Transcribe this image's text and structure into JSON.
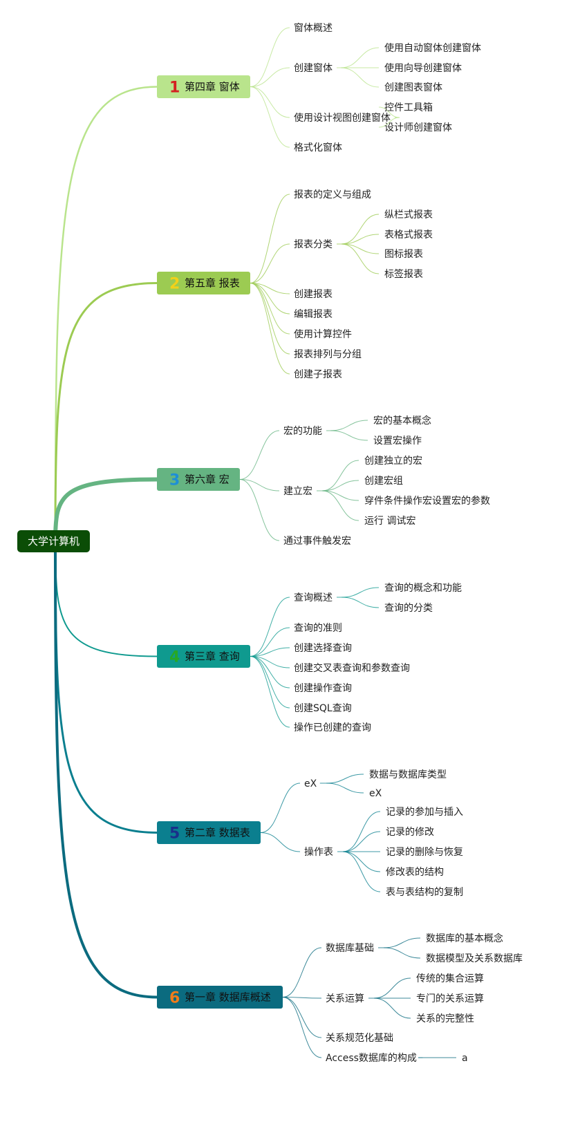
{
  "root": {
    "label": "大学计算机",
    "bg": "#0b4d06"
  },
  "chapters": [
    {
      "number": "1",
      "title": "第四章 窗体",
      "color": "#b9e48c",
      "link_color": "#b9e48c",
      "num_color": "#d42222",
      "children": [
        {
          "label": "窗体概述",
          "children": []
        },
        {
          "label": "创建窗体",
          "children": [
            {
              "label": "使用自动窗体创建窗体"
            },
            {
              "label": "使用向导创建窗体"
            },
            {
              "label": "创建图表窗体"
            }
          ]
        },
        {
          "label": "使用设计视图创建窗体",
          "children": [
            {
              "label": "控件工具箱"
            },
            {
              "label": "设计师创建窗体"
            }
          ]
        },
        {
          "label": "格式化窗体",
          "children": []
        }
      ]
    },
    {
      "number": "2",
      "title": "第五章 报表",
      "color": "#9ccb52",
      "link_color": "#9ccb52",
      "num_color": "#f2d11a",
      "children": [
        {
          "label": "报表的定义与组成",
          "children": []
        },
        {
          "label": "报表分类",
          "children": [
            {
              "label": "纵栏式报表"
            },
            {
              "label": "表格式报表"
            },
            {
              "label": "图标报表"
            },
            {
              "label": "标签报表"
            }
          ]
        },
        {
          "label": "创建报表",
          "children": []
        },
        {
          "label": "编辑报表",
          "children": []
        },
        {
          "label": "使用计算控件",
          "children": []
        },
        {
          "label": "报表排列与分组",
          "children": []
        },
        {
          "label": "创建子报表",
          "children": []
        }
      ]
    },
    {
      "number": "3",
      "title": "第六章 宏",
      "color": "#65b482",
      "link_color": "#65b482",
      "num_color": "#1e8fd6",
      "children": [
        {
          "label": "宏的功能",
          "children": [
            {
              "label": "宏的基本概念"
            },
            {
              "label": "设置宏操作"
            }
          ]
        },
        {
          "label": "建立宏",
          "children": [
            {
              "label": "创建独立的宏"
            },
            {
              "label": "创建宏组"
            },
            {
              "label": "穿件条件操作宏设置宏的参数"
            },
            {
              "label": "运行 调试宏"
            }
          ]
        },
        {
          "label": "通过事件触发宏",
          "children": []
        }
      ]
    },
    {
      "number": "4",
      "title": "第三章 查询",
      "color": "#0f9a8f",
      "link_color": "#0f9a8f",
      "num_color": "#27a825",
      "children": [
        {
          "label": "查询概述",
          "children": [
            {
              "label": "查询的概念和功能"
            },
            {
              "label": "查询的分类"
            }
          ]
        },
        {
          "label": "查询的准则",
          "children": []
        },
        {
          "label": "创建选择查询",
          "children": []
        },
        {
          "label": "创建交叉表查询和参数查询",
          "children": []
        },
        {
          "label": "创建操作查询",
          "children": []
        },
        {
          "label": "创建SQL查询",
          "children": []
        },
        {
          "label": "操作已创建的查询",
          "children": []
        }
      ]
    },
    {
      "number": "5",
      "title": "第二章 数据表",
      "color": "#0b7f8f",
      "link_color": "#0b7f8f",
      "num_color": "#1a2f8a",
      "children": [
        {
          "label": "eX",
          "children": [
            {
              "label": "数据与数据库类型"
            },
            {
              "label": "eX"
            }
          ]
        },
        {
          "label": "操作表",
          "children": [
            {
              "label": "记录的参加与插入"
            },
            {
              "label": "记录的修改"
            },
            {
              "label": "记录的删除与恢复"
            },
            {
              "label": "修改表的结构"
            },
            {
              "label": "表与表结构的复制"
            }
          ]
        }
      ]
    },
    {
      "number": "6",
      "title": "第一章 数据库概述",
      "color": "#0b6b7f",
      "link_color": "#0b6b7f",
      "num_color": "#f07c1a",
      "children": [
        {
          "label": "数据库基础",
          "children": [
            {
              "label": "数据库的基本概念"
            },
            {
              "label": "数据模型及关系数据库"
            }
          ]
        },
        {
          "label": "关系运算",
          "children": [
            {
              "label": "传统的集合运算"
            },
            {
              "label": "专门的关系运算"
            },
            {
              "label": "关系的完整性"
            }
          ]
        },
        {
          "label": "关系规范化基础",
          "children": []
        },
        {
          "label": "Access数据库的构成",
          "children": [
            {
              "label": "a"
            }
          ]
        }
      ]
    }
  ]
}
